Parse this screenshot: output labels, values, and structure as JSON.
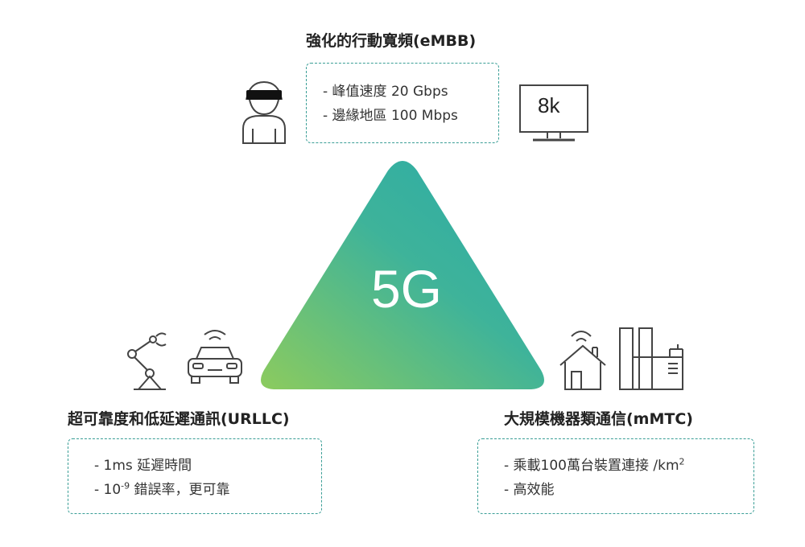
{
  "center_label": "5G",
  "embb": {
    "title": "強化的行動寬頻(eMBB)",
    "lines": [
      "- 峰值速度 20 Gbps",
      "- 邊緣地區 100 Mbps"
    ],
    "monitor_label": "8k"
  },
  "urllc": {
    "title": "超可靠度和低延遲通訊(URLLC)",
    "line1": "- 1ms 延遲時間",
    "line2_prefix": "- 10",
    "line2_sup": "-9",
    "line2_suffix": " 錯誤率，更可靠"
  },
  "mmtc": {
    "title": "大規模機器類通信(mMTC)",
    "line1_text": "- 乘載100萬台裝置連接 /km",
    "line1_sup": "2",
    "line2": "- 高效能"
  },
  "colors": {
    "triangle_green": "#8ccb5e",
    "triangle_teal": "#2aaaa8",
    "box_border": "#3a9e96",
    "icon_stroke": "#444444"
  },
  "icons": [
    "vr-headset-person-icon",
    "8k-monitor-icon",
    "robot-arm-icon",
    "connected-car-icon",
    "smart-home-icon",
    "factory-icon"
  ]
}
